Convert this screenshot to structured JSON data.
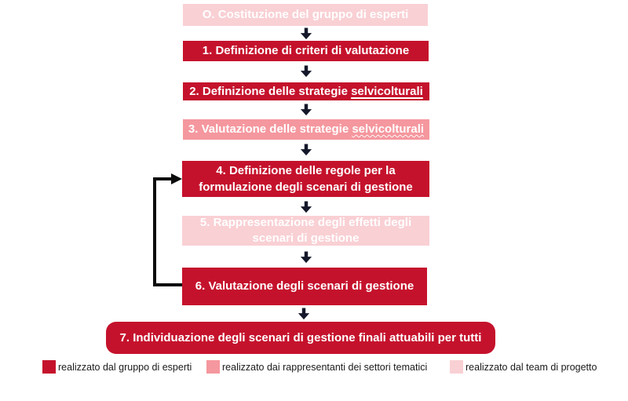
{
  "flowchart": {
    "steps": [
      {
        "label": "O. Costituzione del gruppo di esperti",
        "color": "#f9d0d4"
      },
      {
        "label": "1. Definizione di criteri di valutazione",
        "color": "#c5122c"
      },
      {
        "label_main": "2. Definizione delle strategie ",
        "label_underlined": "selvicolturali",
        "color": "#c5122c"
      },
      {
        "label_main": "3. Valutazione delle strategie ",
        "label_underlined": "selvicolturali",
        "color": "#f5979e"
      },
      {
        "label": "4. Definizione delle regole per la formulazione degli scenari di gestione",
        "color": "#c5122c"
      },
      {
        "label": "5. Rappresentazione degli effetti degli scenari di gestione",
        "color": "#f9d0d4"
      },
      {
        "label": "6. Valutazione degli scenari di gestione",
        "color": "#c5122c"
      },
      {
        "label": "7. Individuazione degli scenari di gestione finali attuabili per tutti",
        "color": "#c5122c"
      }
    ],
    "connector": "feedback loop from step 6 back to step 4",
    "arrow_color": "#15182a"
  },
  "legend": {
    "items": [
      {
        "label": "realizzato dal gruppo di esperti",
        "color": "#c5122c"
      },
      {
        "label": "realizzato dai rappresentanti dei settori tematici",
        "color": "#f5979e"
      },
      {
        "label": "realizzato dal team di progetto",
        "color": "#f9d0d4"
      }
    ]
  }
}
